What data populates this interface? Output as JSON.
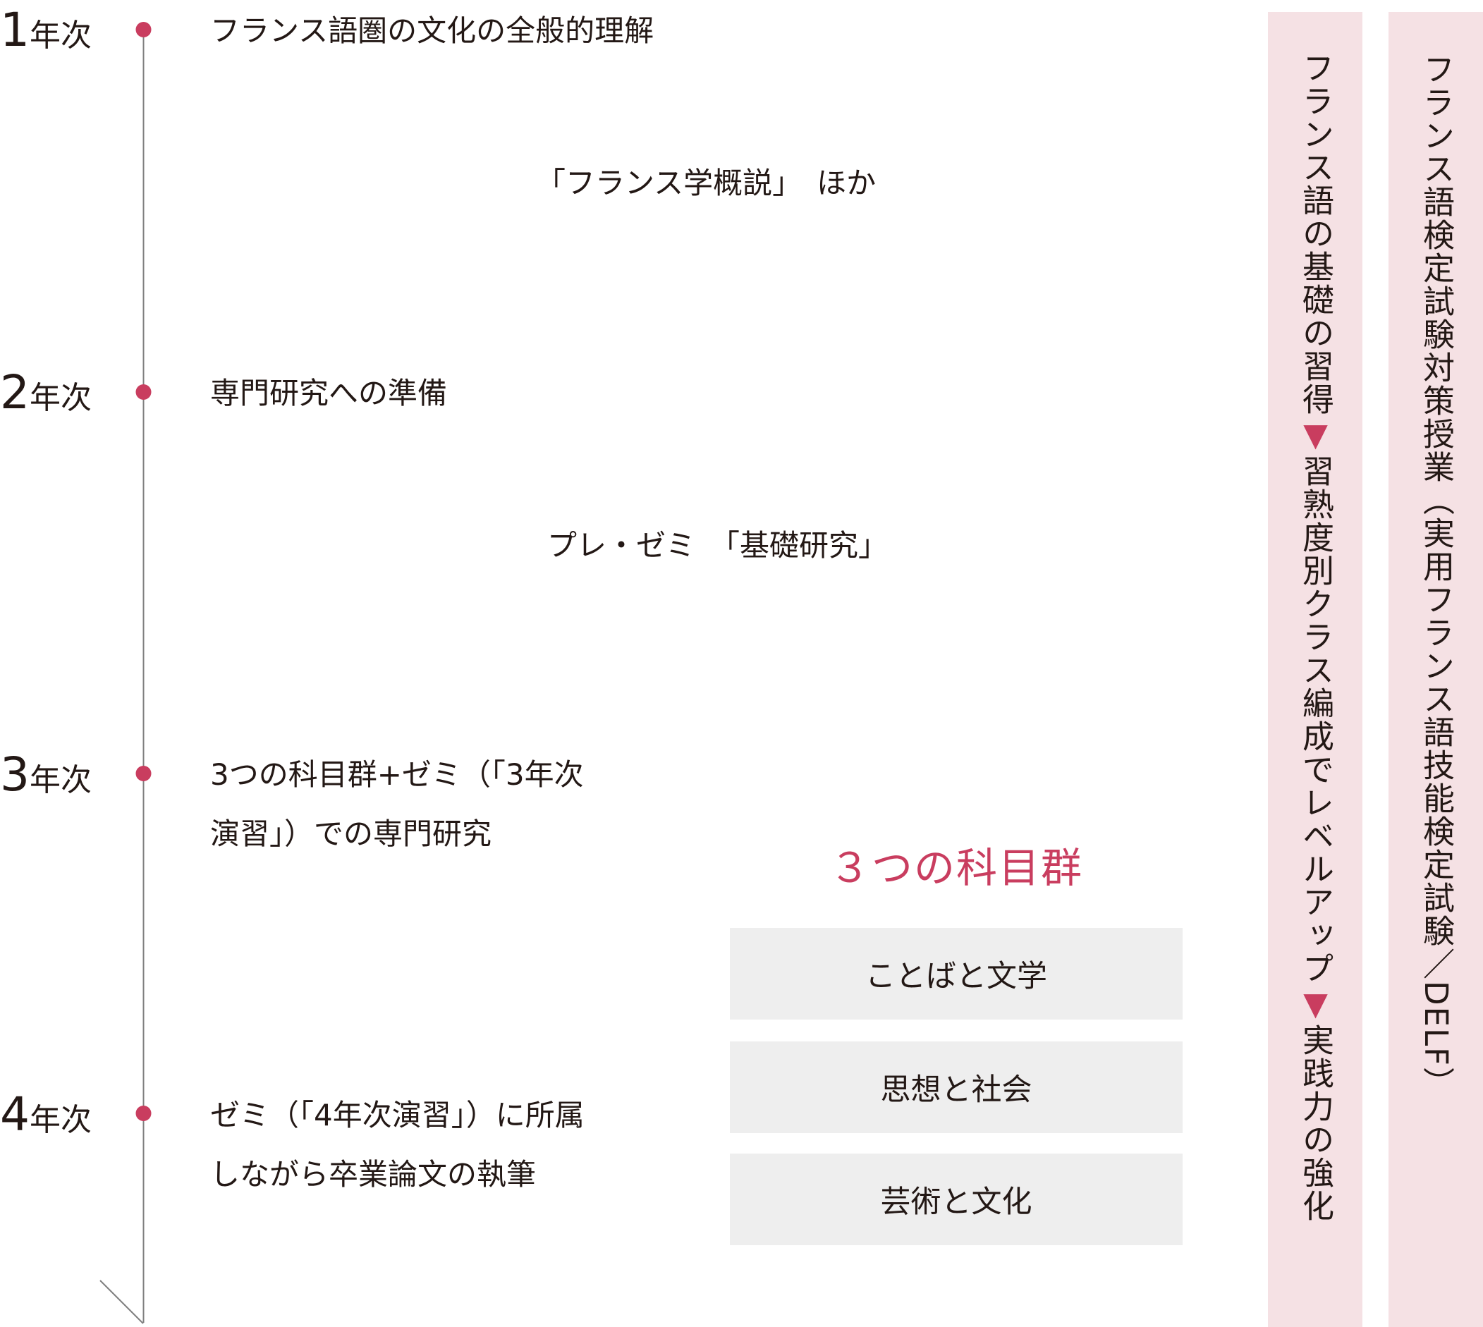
{
  "timeline": {
    "years": [
      {
        "num": "1",
        "unit": "年次",
        "description": [
          "フランス語圏の文化の全般的理解"
        ],
        "course": "「フランス学概説」　ほか"
      },
      {
        "num": "2",
        "unit": "年次",
        "description": [
          "専門研究への準備"
        ],
        "course": "プレ・ゼミ　「基礎研究」"
      },
      {
        "num": "3",
        "unit": "年次",
        "description": [
          "3つの科目群+ゼミ（「3年次",
          "演習」）での専門研究"
        ],
        "course": ""
      },
      {
        "num": "4",
        "unit": "年次",
        "description": [
          "ゼミ（「4年次演習」）に所属",
          "しながら卒業論文の執筆"
        ],
        "course": ""
      }
    ]
  },
  "subject_groups": {
    "title": "３つの科目群",
    "items": [
      "ことばと文学",
      "思想と社会",
      "芸術と文化"
    ]
  },
  "side_panels": {
    "language_progression": {
      "segments": [
        "フランス語の基礎の習得",
        "習熟度別クラス編成でレベルアップ",
        "実践力の強化"
      ],
      "separator": "▼"
    },
    "certification": {
      "text": "フランス語検定試験対策授業（実用フランス語技能検定試験／DELF）"
    }
  },
  "colors": {
    "accent": "#c93d5f",
    "timeline_line": "#808080",
    "panel_bg": "#f5e1e4",
    "box_bg": "#eeeeee",
    "text": "#231815"
  }
}
